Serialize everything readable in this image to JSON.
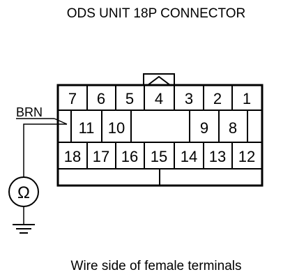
{
  "title": "ODS UNIT 18P CONNECTOR",
  "wire_label": "BRN",
  "caption": "Wire side of female terminals",
  "meter_symbol": "Ω",
  "icons": {
    "meter": "ohmmeter-icon",
    "ground": "ground-icon",
    "lock_tab": "connector-lock-tab-icon"
  },
  "pins": {
    "row1": [
      "7",
      "6",
      "5",
      "4",
      "3",
      "2",
      "1"
    ],
    "row2_left": [
      "11",
      "10"
    ],
    "row2_right": [
      "9",
      "8"
    ],
    "row3": [
      "18",
      "17",
      "16",
      "15",
      "14",
      "13",
      "12"
    ]
  },
  "colors": {
    "line": "#000000",
    "background": "#ffffff"
  }
}
